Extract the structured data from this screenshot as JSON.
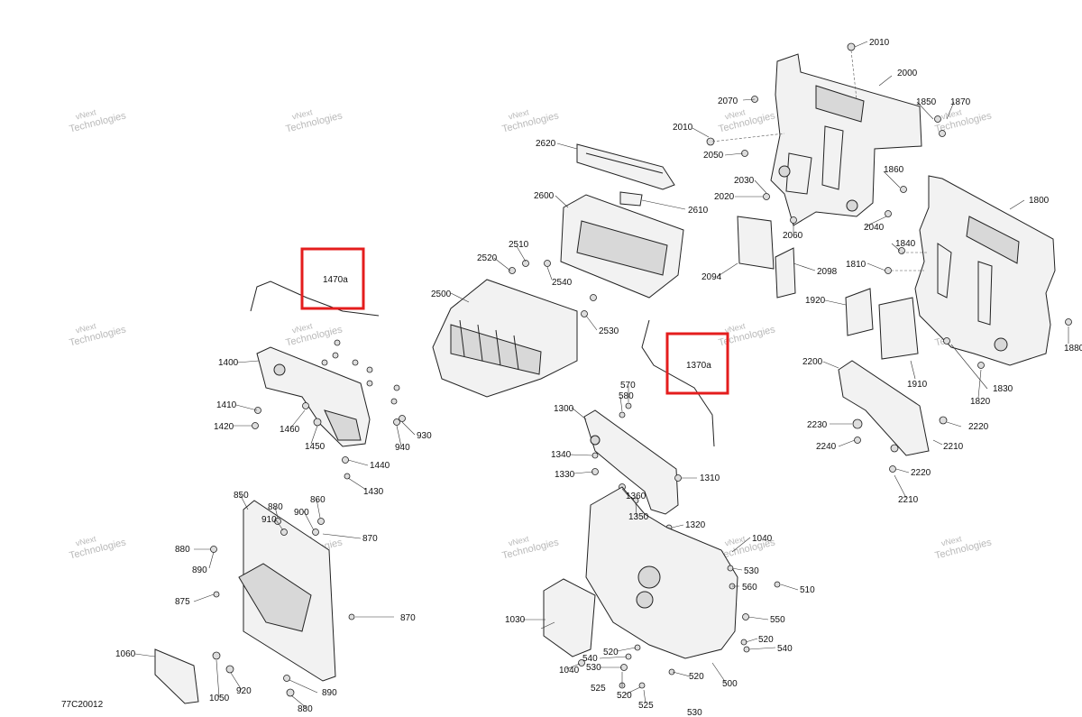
{
  "diagram_code": "77C20012",
  "watermark": {
    "line1": "vNext",
    "line2": "Technologies"
  },
  "highlighted_parts": [
    "1470a",
    "1370a"
  ],
  "callouts": {
    "c2010a": "2010",
    "c2000": "2000",
    "c2070": "2070",
    "c1850": "1850",
    "c1870": "1870",
    "c2010b": "2010",
    "c2050": "2050",
    "c2030": "2030",
    "c1860": "1860",
    "c2020": "2020",
    "c1800": "1800",
    "c2060": "2060",
    "c2040": "2040",
    "c1840": "1840",
    "c1810": "1810",
    "c2094": "2094",
    "c2098": "2098",
    "c1920": "1920",
    "c1880": "1880",
    "c2200": "2200",
    "c1910": "1910",
    "c1820": "1820",
    "c1830": "1830",
    "c2230": "2230",
    "c2220a": "2220",
    "c2240": "2240",
    "c2210a": "2210",
    "c2220b": "2220",
    "c2210b": "2210",
    "c2620": "2620",
    "c2600": "2600",
    "c2610": "2610",
    "c2510": "2510",
    "c2520": "2520",
    "c2540": "2540",
    "c2500": "2500",
    "c2530": "2530",
    "c1470a": "1470a",
    "c1370a": "1370a",
    "c1400": "1400",
    "c1410": "1410",
    "c1420": "1420",
    "c1460": "1460",
    "c1450": "1450",
    "c940": "940",
    "c930": "930",
    "c1440": "1440",
    "c1430": "1430",
    "c580": "580",
    "c570": "570",
    "c1300": "1300",
    "c1340": "1340",
    "c1330": "1330",
    "c1310": "1310",
    "c1360": "1360",
    "c1350": "1350",
    "c1320": "1320",
    "c850": "850",
    "c880a": "880",
    "c910": "910",
    "c860": "860",
    "c900": "900",
    "c870a": "870",
    "c880b": "880",
    "c890a": "890",
    "c875": "875",
    "c870b": "870",
    "c1060": "1060",
    "c1050": "1050",
    "c920": "920",
    "c890b": "890",
    "c880c": "880",
    "c1040a": "1040",
    "c530a": "530",
    "c560": "560",
    "c510": "510",
    "c550": "550",
    "c1030": "1030",
    "c540a": "540",
    "c520a": "520",
    "c540b": "540",
    "c520b": "520",
    "c1040b": "1040",
    "c530b": "530",
    "c525": "525",
    "c520c": "520",
    "c520d": "520",
    "c500": "500",
    "c525b": "525",
    "c530c": "530"
  }
}
